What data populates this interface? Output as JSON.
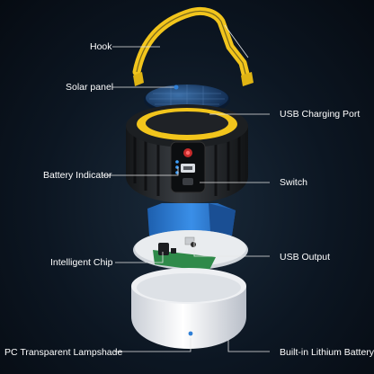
{
  "labels": {
    "hook": "Hook",
    "solar_panel": "Solar panel",
    "usb_charging_port": "USB Charging Port",
    "battery_indicator": "Battery Indicator",
    "switch": "Switch",
    "intelligent_chip": "Intelligent Chip",
    "usb_output": "USB Output",
    "pc_lampshade": "PC Transparent Lampshade",
    "lithium_battery": "Built-in Lithium Battery"
  },
  "colors": {
    "background": "#0c1622",
    "accent_yellow": "#f2c51c",
    "battery_blue": "#2f7fd6",
    "body_dark": "#2a2d31",
    "lampshade_white": "#f3f4f6",
    "leader_line": "#e6e6e6"
  }
}
